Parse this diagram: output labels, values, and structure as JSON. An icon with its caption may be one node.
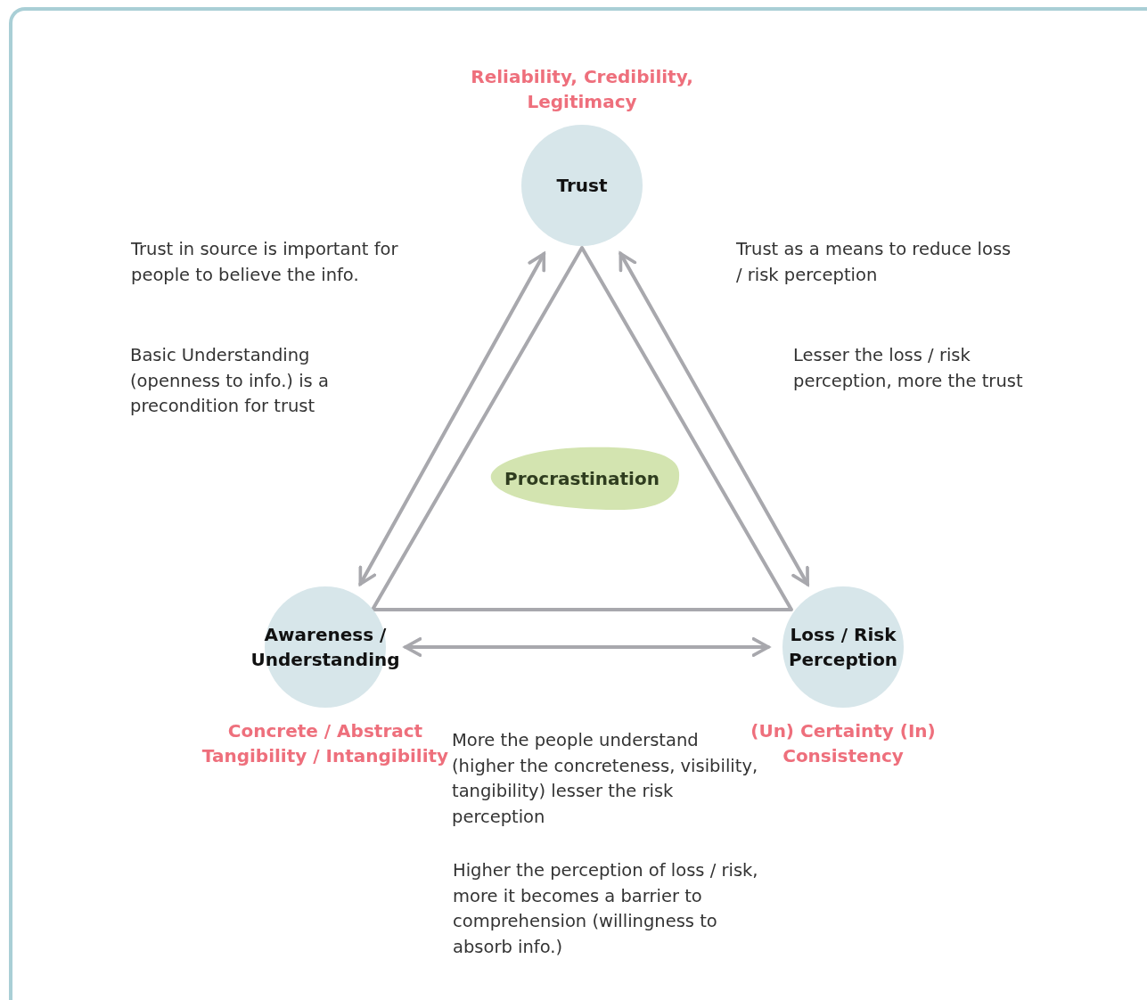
{
  "diagram": {
    "nodes": [
      {
        "text": [
          "Trust"
        ],
        "beside": [
          "Reliability, Credibility, Legitimacy"
        ]
      },
      {
        "text": [
          "Awareness / Understanding"
        ],
        "beside": [
          "Concrete / Abstract Tangibility / Intangibility"
        ]
      },
      {
        "text": [
          "Loss / Risk Perception"
        ],
        "beside": [
          "(Un) Certainty (In) Consistency"
        ]
      },
      {
        "text": [
          "Procrastination"
        ]
      }
    ],
    "edges": [
      {
        "from": 0,
        "to": 1,
        "arrow": "both"
      },
      {
        "from": 0,
        "to": 2,
        "arrow": "both"
      },
      {
        "from": 1,
        "to": 2,
        "arrow": "both"
      }
    ],
    "labels": [
      "Trust in source is important for people to believe the info.",
      "Trust as a means to reduce loss / risk perception",
      "Basic Understanding (openness to info.) is a precondition for trust",
      "Lesser the loss / risk perception, more the trust",
      "More the people understand (higher the concreteness, visibility, tangibility) lesser the risk perception",
      "Higher the perception of loss / risk, more it becomes a barrier to comprehension (willingness to absorb info.)"
    ]
  }
}
